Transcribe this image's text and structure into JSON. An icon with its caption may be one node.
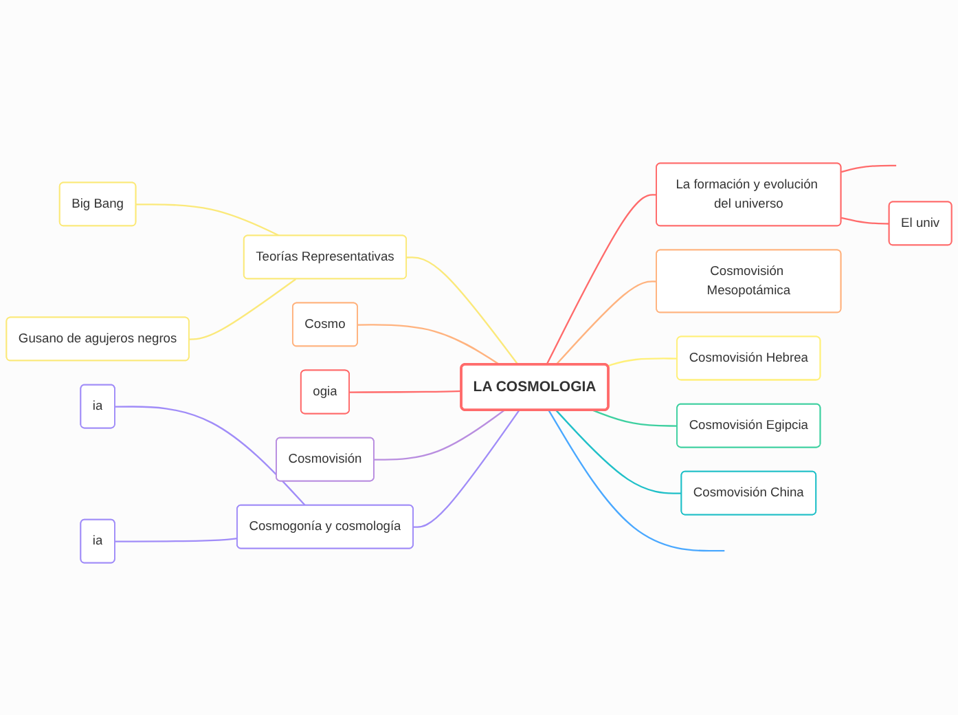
{
  "diagram": {
    "nodes": [
      {
        "text": [
          "LA COSMOLOGIA"
        ]
      },
      {
        "text": [
          "Teorías Representativas"
        ]
      },
      {
        "text": [
          "Big Bang"
        ]
      },
      {
        "text": [
          "Gusano de agujeros negros"
        ]
      },
      {
        "text": [
          "Cosmo"
        ]
      },
      {
        "text": [
          "ogia"
        ]
      },
      {
        "text": [
          "Cosmovisión"
        ]
      },
      {
        "text": [
          "Cosmogonía y cosmología"
        ]
      },
      {
        "text": [
          "ia"
        ]
      },
      {
        "text": [
          "ia"
        ]
      },
      {
        "text": [
          "La formación y evolución del universo"
        ]
      },
      {
        "text": [
          "El univ"
        ]
      },
      {
        "text": [
          "Cosmovisión Mesopotámica"
        ]
      },
      {
        "text": [
          "Cosmovisión Hebrea"
        ]
      },
      {
        "text": [
          "Cosmovisión Egipcia"
        ]
      },
      {
        "text": [
          "Cosmovisión China"
        ]
      }
    ],
    "edges": [
      {
        "from": 0,
        "to": 1,
        "arrow": "none",
        "color": "#fbe97a"
      },
      {
        "from": 1,
        "to": 2,
        "arrow": "none",
        "color": "#fbe97a"
      },
      {
        "from": 1,
        "to": 3,
        "arrow": "none",
        "color": "#fbe97a"
      },
      {
        "from": 0,
        "to": 4,
        "arrow": "none",
        "color": "#ffb37f"
      },
      {
        "from": 0,
        "to": 5,
        "arrow": "none",
        "color": "#ff6b6b"
      },
      {
        "from": 0,
        "to": 6,
        "arrow": "none",
        "color": "#b98ee0"
      },
      {
        "from": 0,
        "to": 7,
        "arrow": "none",
        "color": "#a08cf8"
      },
      {
        "from": 7,
        "to": 8,
        "arrow": "none",
        "color": "#a08cf8"
      },
      {
        "from": 7,
        "to": 9,
        "arrow": "none",
        "color": "#a08cf8"
      },
      {
        "from": 0,
        "to": null,
        "arrow": "none",
        "color": "#4aa8ff"
      },
      {
        "from": 0,
        "to": 10,
        "arrow": "none",
        "color": "#ff6b6b"
      },
      {
        "from": 10,
        "to": null,
        "arrow": "none",
        "color": "#ff6b6b"
      },
      {
        "from": 10,
        "to": 11,
        "arrow": "none",
        "color": "#ff6b6b"
      },
      {
        "from": 0,
        "to": 12,
        "arrow": "none",
        "color": "#ffb37f"
      },
      {
        "from": 0,
        "to": 13,
        "arrow": "none",
        "color": "#fff07a"
      },
      {
        "from": 0,
        "to": 14,
        "arrow": "none",
        "color": "#3ed0a0"
      },
      {
        "from": 0,
        "to": 15,
        "arrow": "none",
        "color": "#20c0c8"
      }
    ]
  }
}
